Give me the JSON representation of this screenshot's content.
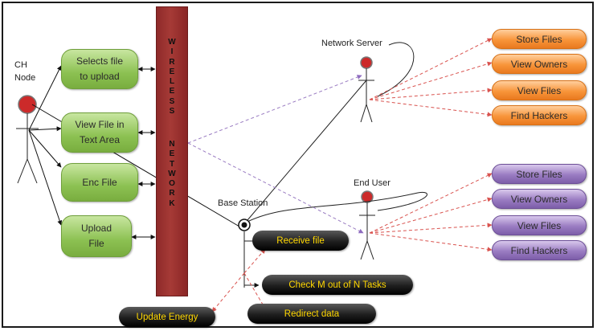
{
  "actors": {
    "ch_node": [
      "CH",
      "Node"
    ],
    "network_server": "Network Server",
    "end_user": "End User",
    "base_station": "Base Station"
  },
  "network_bar": {
    "word1": [
      "W",
      "I",
      "R",
      "E",
      "L",
      "E",
      "S",
      "S"
    ],
    "word2": [
      "N",
      "E",
      "T",
      "W",
      "O",
      "R",
      "K"
    ]
  },
  "ch_actions": [
    [
      "Selects file",
      "to upload"
    ],
    [
      "View File in",
      "Text Area"
    ],
    [
      "Enc File"
    ],
    [
      "Upload",
      "File"
    ]
  ],
  "server_actions": [
    "Store Files",
    "View Owners",
    "View Files",
    "Find Hackers"
  ],
  "user_actions": [
    "Store Files",
    "View Owners",
    "View Files",
    "Find Hackers"
  ],
  "base_actions": [
    "Receive file",
    "Check M out of N Tasks",
    "Redirect data",
    "Update Energy"
  ],
  "colors": {
    "green": "#8cc152",
    "orange": "#f8953a",
    "purple": "#9a7cc2",
    "dark": "#1e1e1e",
    "dark_text": "#ffd700",
    "bar": "#a63a36",
    "dashed": "#d9534f",
    "actor_head": "#cc2a2a"
  }
}
